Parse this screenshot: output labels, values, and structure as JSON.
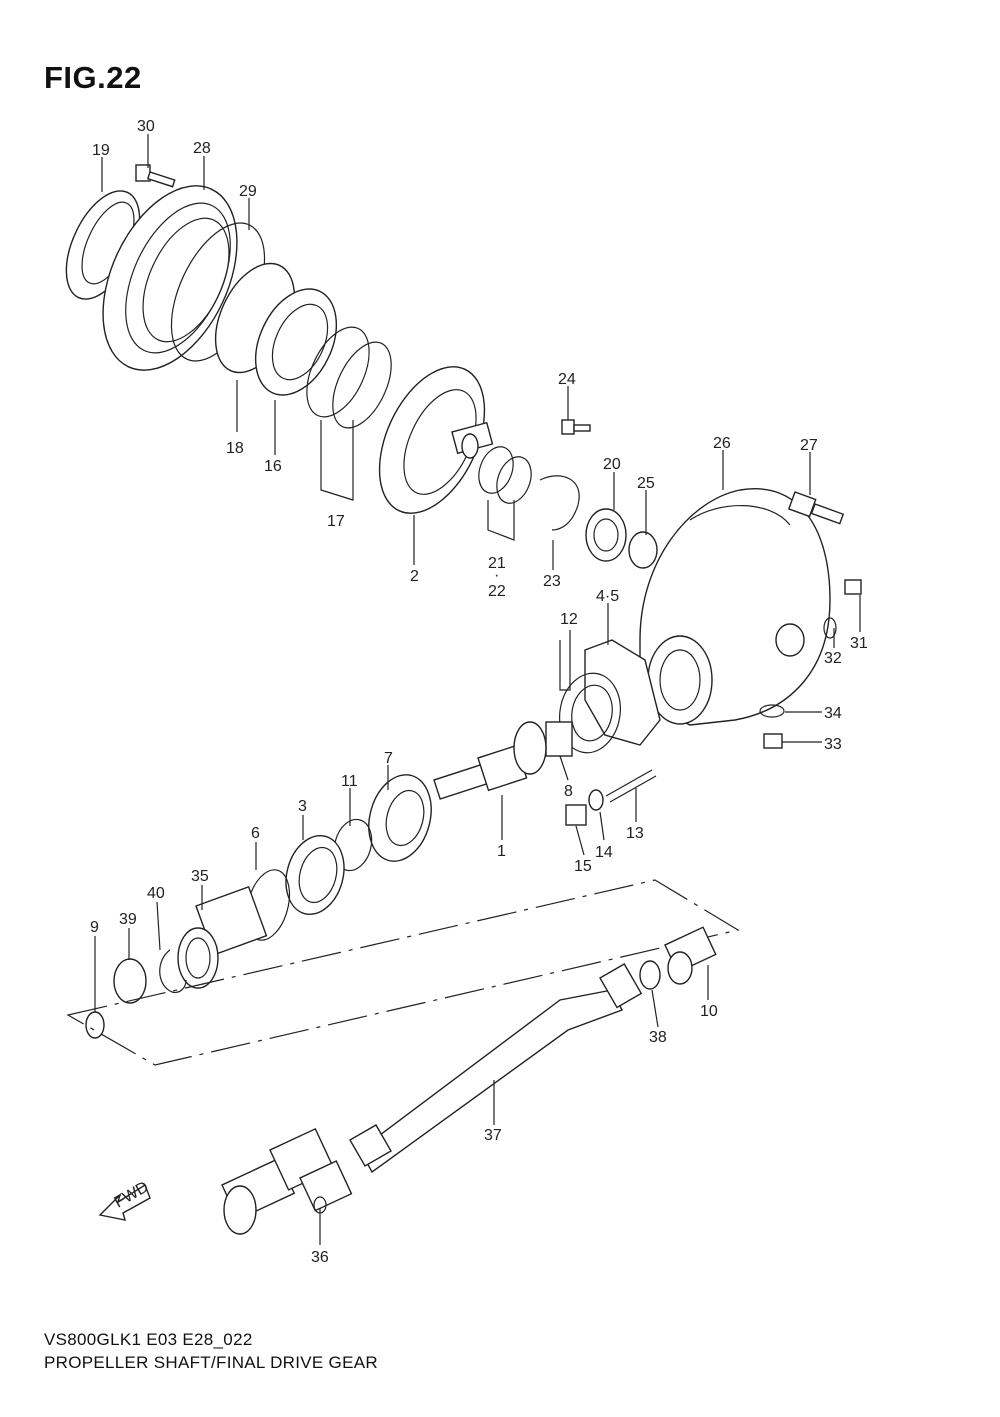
{
  "figure": {
    "title": "FIG.22",
    "model_code": "VS800GLK1 E03 E28_022",
    "caption": "PROPELLER SHAFT/FINAL DRIVE GEAR",
    "fwd_label": "FWD"
  },
  "callouts": [
    {
      "id": "c30",
      "text": "30"
    },
    {
      "id": "c19",
      "text": "19"
    },
    {
      "id": "c28",
      "text": "28"
    },
    {
      "id": "c29",
      "text": "29"
    },
    {
      "id": "c18",
      "text": "18"
    },
    {
      "id": "c16",
      "text": "16"
    },
    {
      "id": "c17",
      "text": "17"
    },
    {
      "id": "c2",
      "text": "2"
    },
    {
      "id": "c24",
      "text": "24"
    },
    {
      "id": "c20",
      "text": "20"
    },
    {
      "id": "c25",
      "text": "25"
    },
    {
      "id": "c26",
      "text": "26"
    },
    {
      "id": "c27",
      "text": "27"
    },
    {
      "id": "c21",
      "text": "21"
    },
    {
      "id": "c21dot",
      "text": "·"
    },
    {
      "id": "c22",
      "text": "22"
    },
    {
      "id": "c23",
      "text": "23"
    },
    {
      "id": "c45",
      "text": "4·5"
    },
    {
      "id": "c12",
      "text": "12"
    },
    {
      "id": "c31",
      "text": "31"
    },
    {
      "id": "c32",
      "text": "32"
    },
    {
      "id": "c34",
      "text": "34"
    },
    {
      "id": "c33",
      "text": "33"
    },
    {
      "id": "c7",
      "text": "7"
    },
    {
      "id": "c11",
      "text": "11"
    },
    {
      "id": "c3",
      "text": "3"
    },
    {
      "id": "c8",
      "text": "8"
    },
    {
      "id": "c1",
      "text": "1"
    },
    {
      "id": "c13",
      "text": "13"
    },
    {
      "id": "c14",
      "text": "14"
    },
    {
      "id": "c15",
      "text": "15"
    },
    {
      "id": "c6",
      "text": "6"
    },
    {
      "id": "c35",
      "text": "35"
    },
    {
      "id": "c40",
      "text": "40"
    },
    {
      "id": "c39",
      "text": "39"
    },
    {
      "id": "c9",
      "text": "9"
    },
    {
      "id": "c10",
      "text": "10"
    },
    {
      "id": "c38",
      "text": "38"
    },
    {
      "id": "c37",
      "text": "37"
    },
    {
      "id": "c36",
      "text": "36"
    }
  ]
}
